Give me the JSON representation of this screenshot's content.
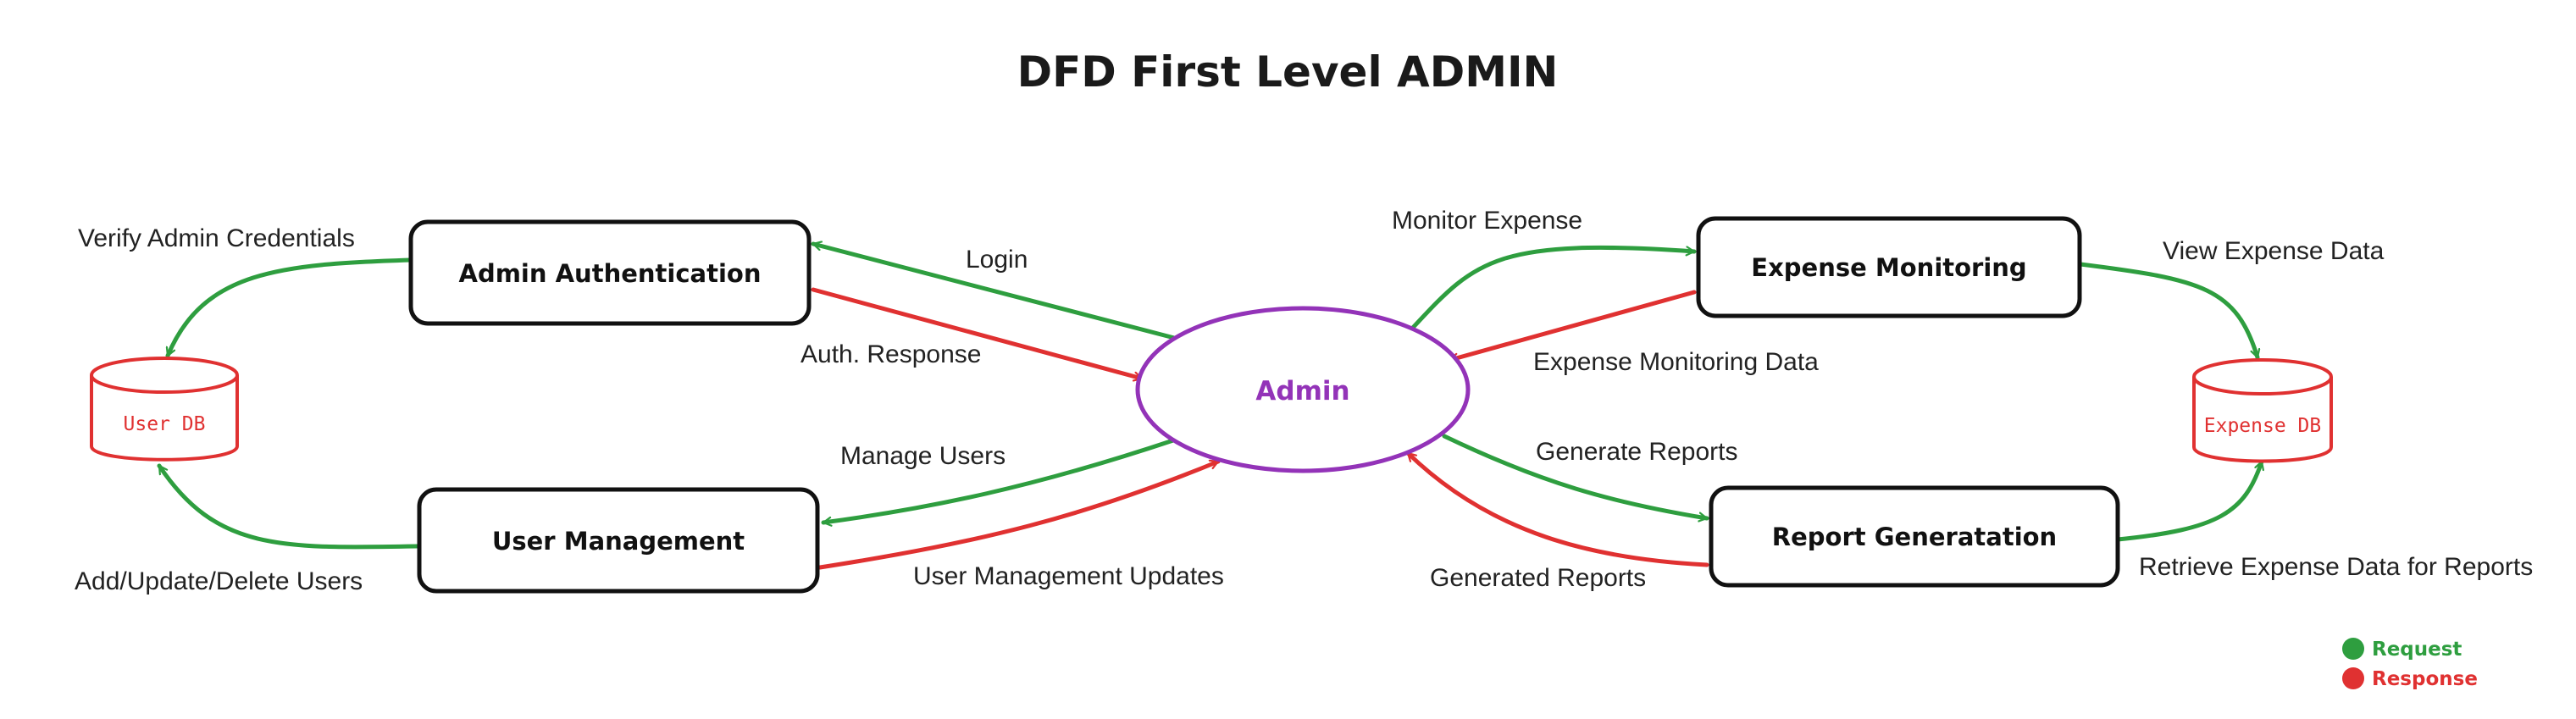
{
  "title": "DFD First Level ADMIN",
  "colors": {
    "request": "#2e9e3f",
    "response": "#e03131",
    "center": "#9333b8",
    "database": "#e03131",
    "box_border": "#111111"
  },
  "nodes": {
    "center": "Admin",
    "admin_auth": "Admin Authentication",
    "user_mgmt": "User Management",
    "expense_mon": "Expense Monitoring",
    "report_gen": "Report Generatation"
  },
  "databases": {
    "user_db": "User DB",
    "expense_db": "Expense DB"
  },
  "flows": {
    "verify_creds": "Verify Admin Credentials",
    "login": "Login",
    "auth_response": "Auth. Response",
    "manage_users": "Manage Users",
    "add_update_delete": "Add/Update/Delete Users",
    "user_mgmt_updates": "User Management Updates",
    "monitor_expense": "Monitor Expense",
    "expense_mon_data": "Expense Monitoring Data",
    "view_expense": "View Expense Data",
    "generate_reports": "Generate Reports",
    "generated_reports": "Generated Reports",
    "retrieve_expense": "Retrieve Expense Data for Reports"
  },
  "legend": {
    "request": "Request",
    "response": "Response"
  }
}
